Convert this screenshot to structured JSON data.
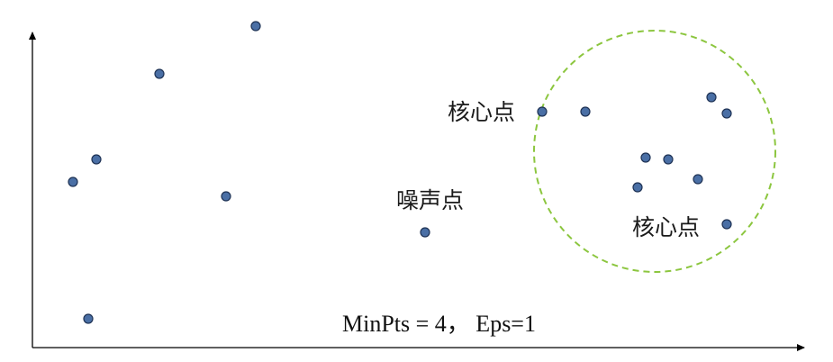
{
  "labels": {
    "core_point_top": "核心点",
    "core_point_bottom": "核心点",
    "noise_point": "噪声点",
    "params": "MinPts = 4， Eps=1"
  },
  "colors": {
    "point_fill": "#4a6fa5",
    "point_stroke": "#1f3355",
    "eps_circle": "#8cc63f",
    "axis": "#000000"
  }
}
